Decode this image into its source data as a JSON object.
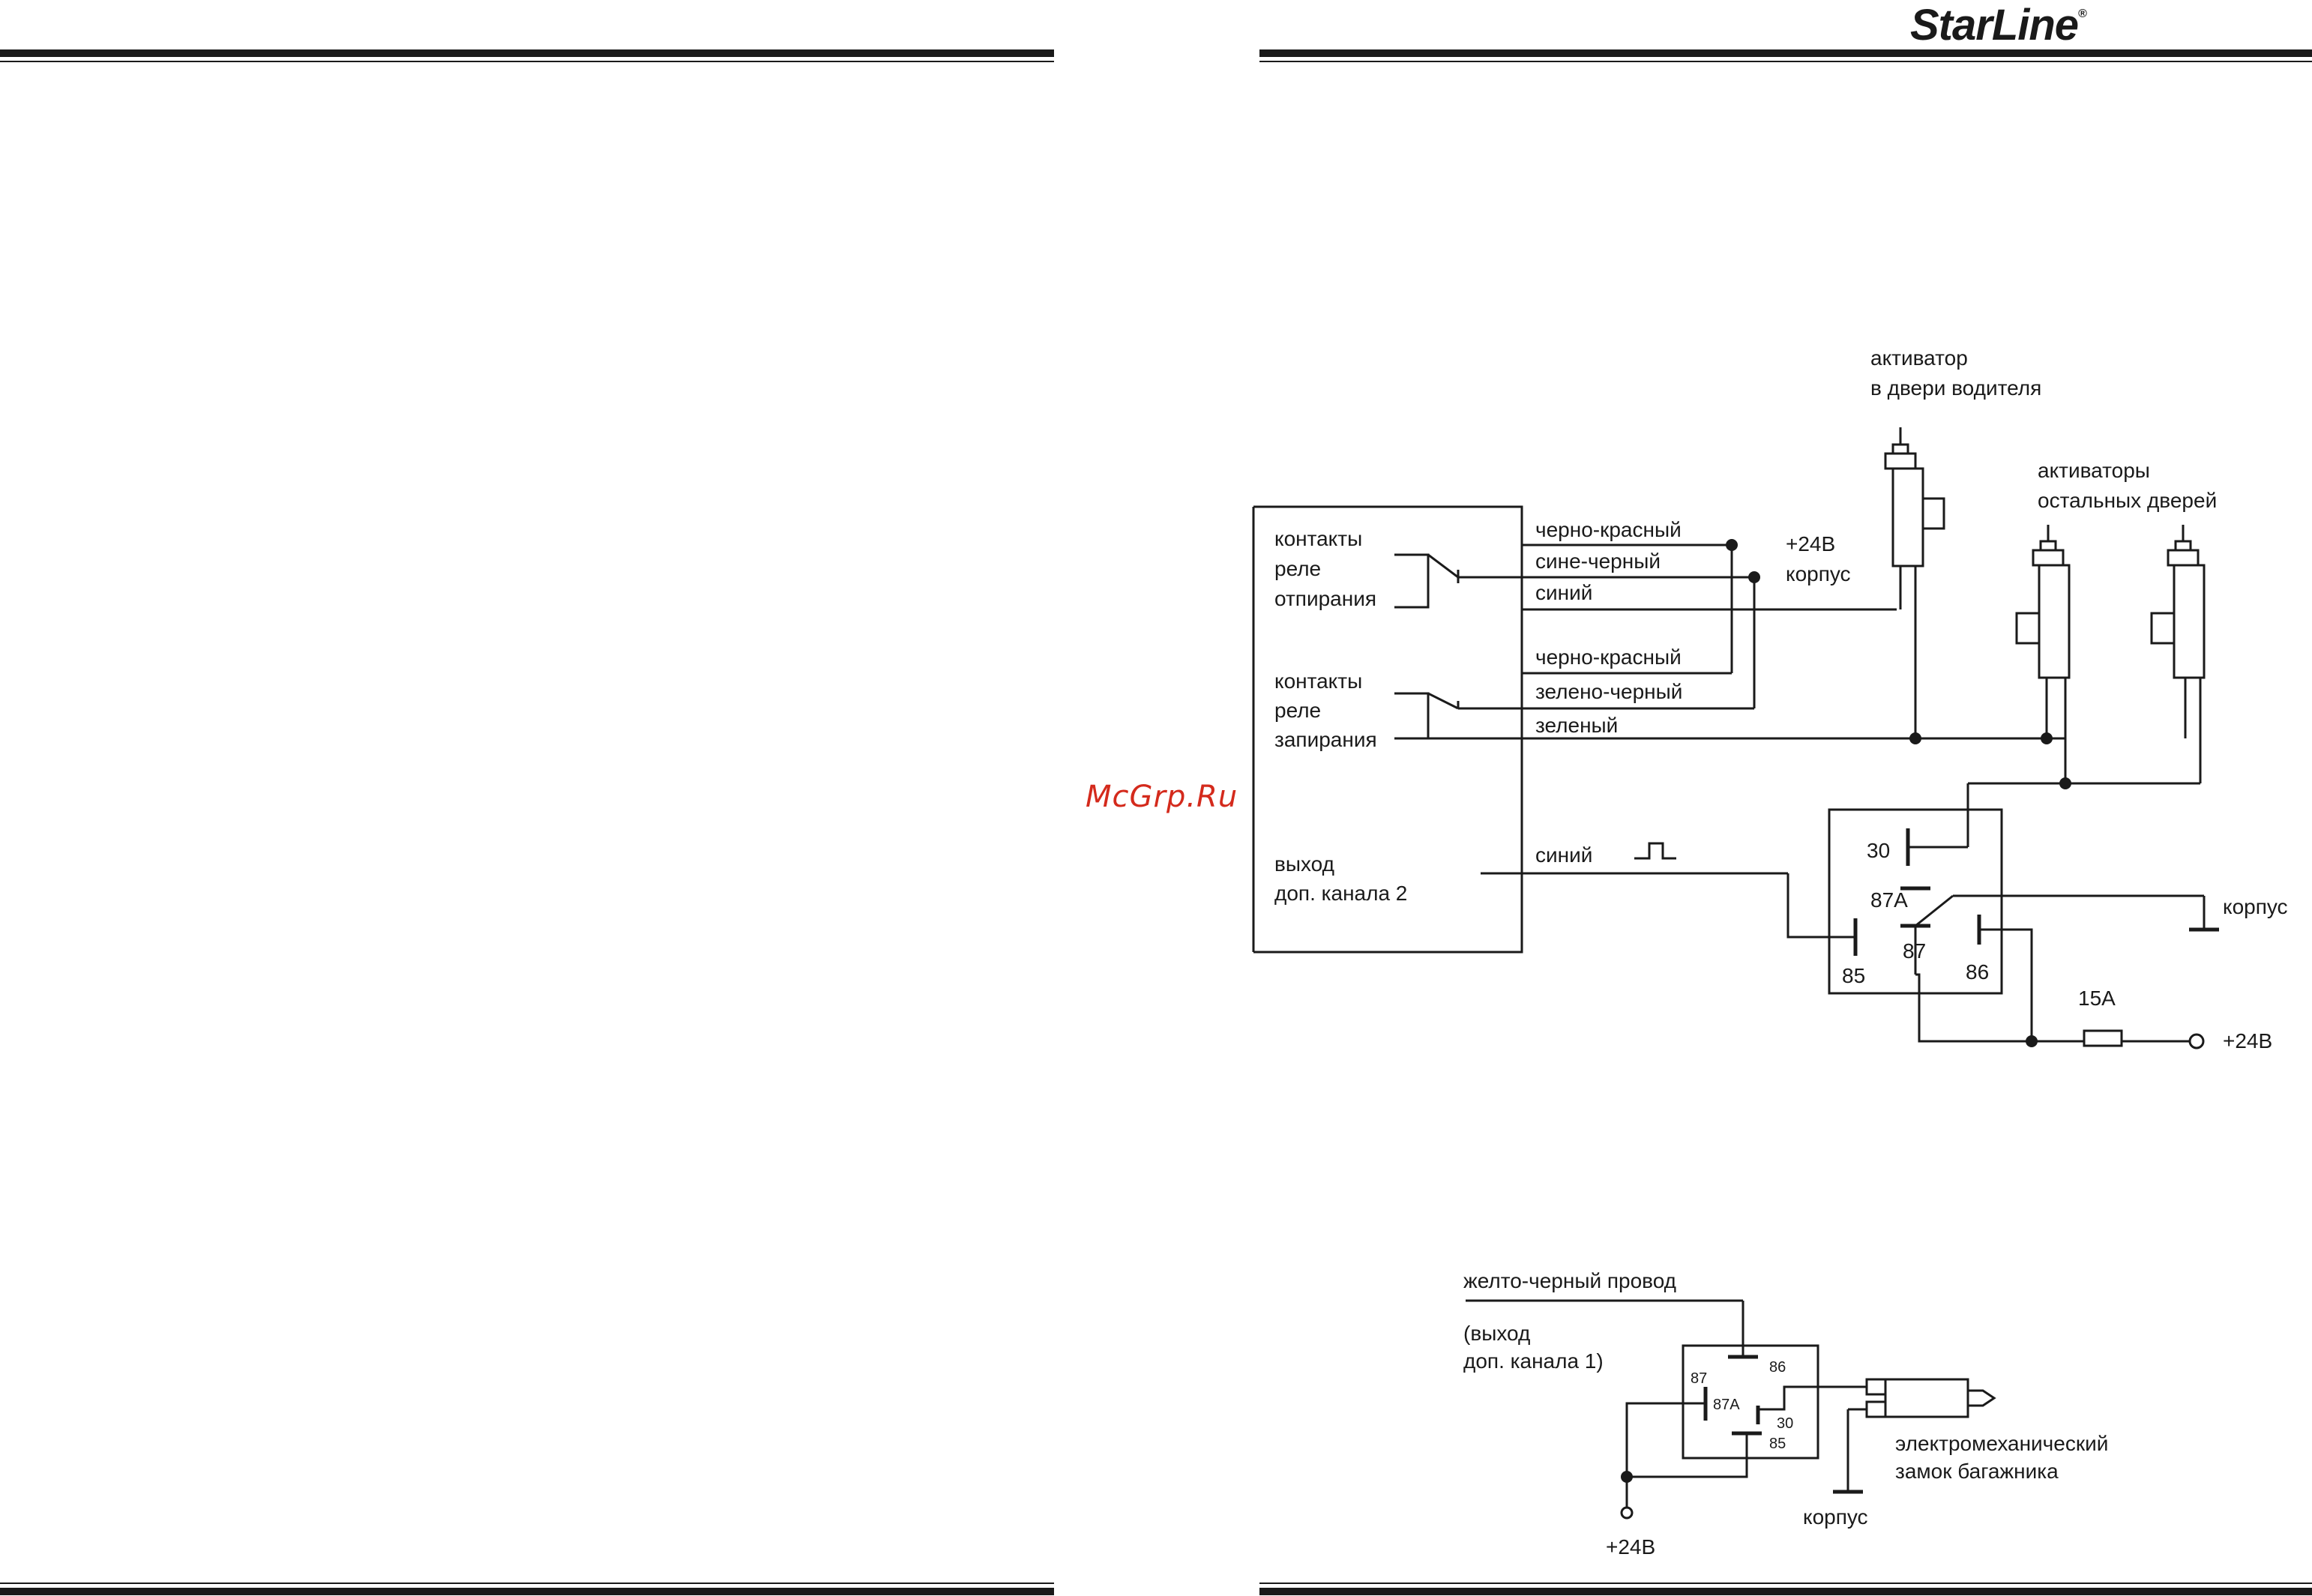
{
  "brand": {
    "logo_text": "StarLine",
    "trademark": "®"
  },
  "watermark": "McGrp.Ru",
  "diagram1": {
    "unlock_relay": [
      "контакты",
      "реле",
      "отпирания"
    ],
    "lock_relay": [
      "контакты",
      "реле",
      "запирания"
    ],
    "aux_output": [
      "выход",
      "доп. канала 2"
    ],
    "wires": {
      "black_red_1": "черно-красный",
      "blue_black": "сине-черный",
      "blue_1": "синий",
      "black_red_2": "черно-красный",
      "green_black": "зелено-черный",
      "green": "зеленый",
      "blue_2": "синий"
    },
    "plus24_top": "+24В",
    "ground_top": "корпус",
    "driver_actuator": [
      "активатор",
      "в двери водителя"
    ],
    "other_actuators": [
      "активаторы",
      "остальных дверей"
    ],
    "relay_pins": {
      "p30": "30",
      "p87a": "87А",
      "p87": "87",
      "p85": "85",
      "p86": "86"
    },
    "ground_right": "корпус",
    "fuse": "15А",
    "plus24_right": "+24В"
  },
  "diagram2": {
    "wire_label": "желто-черный провод",
    "output_label": [
      "(выход",
      "доп. канала 1)"
    ],
    "relay_pins": {
      "p86": "86",
      "p87": "87",
      "p87a": "87А",
      "p30": "30",
      "p85": "85"
    },
    "lock_label": [
      "электромеханический",
      "замок багажника"
    ],
    "ground": "корпус",
    "plus24": "+24В"
  }
}
